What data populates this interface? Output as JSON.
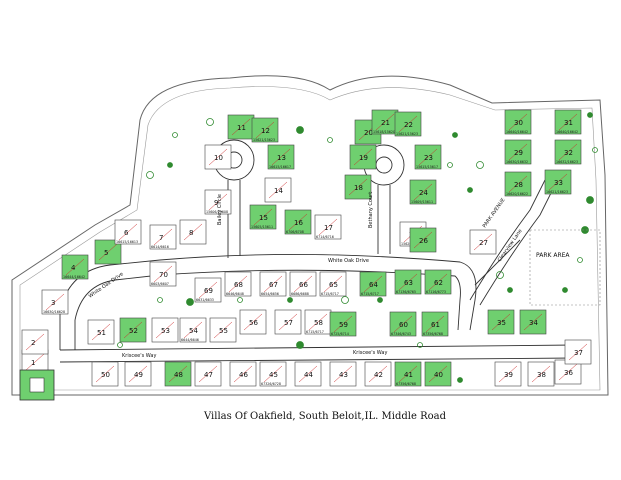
{
  "caption": "Villas Of Oakfield, South Beloit,IL.  Middle Road",
  "park_label": "PARK AREA",
  "streets": {
    "bailey_circle": "Bailey Circle",
    "bethany_court": "Bethany Court",
    "white_oak_drive_west": "White Oak Drive",
    "white_oak_drive": "White Oak Drive",
    "kriscee_way_west": "Kriscee's Way",
    "kriscee_way_east": "Kriscee's Way",
    "park_avenue": "PARK AVENUE",
    "clearview_lane": "Clearview Lane"
  },
  "lots": [
    {
      "id": "1",
      "addr": ""
    },
    {
      "id": "2",
      "addr": ""
    },
    {
      "id": "3",
      "addr": "16630/16628"
    },
    {
      "id": "4",
      "addr": "16644/16642"
    },
    {
      "id": "5",
      "addr": ""
    },
    {
      "id": "6",
      "addr": "16615/16613"
    },
    {
      "id": "7",
      "addr": "6614/6616"
    },
    {
      "id": "8",
      "addr": ""
    },
    {
      "id": "9",
      "addr": "15606/15608"
    },
    {
      "id": "10",
      "addr": ""
    },
    {
      "id": "11",
      "addr": ""
    },
    {
      "id": "12",
      "addr": "15621/15623"
    },
    {
      "id": "13",
      "addr": "16615/16617"
    },
    {
      "id": "14",
      "addr": ""
    },
    {
      "id": "15",
      "addr": "15605/15611"
    },
    {
      "id": "16",
      "addr": "6706/6708"
    },
    {
      "id": "17",
      "addr": "6714/6716"
    },
    {
      "id": "18",
      "addr": ""
    },
    {
      "id": "19",
      "addr": ""
    },
    {
      "id": "20",
      "addr": ""
    },
    {
      "id": "21",
      "addr": "15618/15620"
    },
    {
      "id": "22",
      "addr": "15621/15623"
    },
    {
      "id": "23",
      "addr": "15615/15617"
    },
    {
      "id": "24",
      "addr": "15609/15611"
    },
    {
      "id": "25",
      "addr": "15620/15622"
    },
    {
      "id": "26",
      "addr": ""
    },
    {
      "id": "27",
      "addr": ""
    },
    {
      "id": "28",
      "addr": "16620/16622"
    },
    {
      "id": "29",
      "addr": "16630/16632"
    },
    {
      "id": "30",
      "addr": "16640/16642"
    },
    {
      "id": "31",
      "addr": "16640/16642"
    },
    {
      "id": "32",
      "addr": "16632/16623"
    },
    {
      "id": "33",
      "addr": "16621/16623"
    },
    {
      "id": "34",
      "addr": ""
    },
    {
      "id": "35",
      "addr": ""
    },
    {
      "id": "36",
      "addr": ""
    },
    {
      "id": "37",
      "addr": ""
    },
    {
      "id": "38",
      "addr": ""
    },
    {
      "id": "39",
      "addr": ""
    },
    {
      "id": "40",
      "addr": ""
    },
    {
      "id": "41",
      "addr": "67356/6768"
    },
    {
      "id": "42",
      "addr": ""
    },
    {
      "id": "43",
      "addr": ""
    },
    {
      "id": "44",
      "addr": ""
    },
    {
      "id": "45",
      "addr": "67326/6728"
    },
    {
      "id": "46",
      "addr": ""
    },
    {
      "id": "47",
      "addr": ""
    },
    {
      "id": "48",
      "addr": ""
    },
    {
      "id": "49",
      "addr": ""
    },
    {
      "id": "50",
      "addr": ""
    },
    {
      "id": "51",
      "addr": ""
    },
    {
      "id": "52",
      "addr": ""
    },
    {
      "id": "53",
      "addr": ""
    },
    {
      "id": "54",
      "addr": "6644/6646"
    },
    {
      "id": "55",
      "addr": ""
    },
    {
      "id": "56",
      "addr": ""
    },
    {
      "id": "57",
      "addr": ""
    },
    {
      "id": "58",
      "addr": "6715/6717"
    },
    {
      "id": "59",
      "addr": "6725/6714"
    },
    {
      "id": "60",
      "addr": "67346/6743"
    },
    {
      "id": "61",
      "addr": "67356/6768"
    },
    {
      "id": "62",
      "addr": "67116/6773"
    },
    {
      "id": "63",
      "addr": "67136/6765"
    },
    {
      "id": "64",
      "addr": "6715/6717"
    },
    {
      "id": "65",
      "addr": "6715/6717"
    },
    {
      "id": "66",
      "addr": "6686/6688"
    },
    {
      "id": "67",
      "addr": "6654/6656"
    },
    {
      "id": "68",
      "addr": "6646/6648"
    },
    {
      "id": "69",
      "addr": "6631/6633"
    },
    {
      "id": "70",
      "addr": "6603/6607"
    }
  ],
  "legend_colors": {
    "lot_sold": "#6fcf6f",
    "road": "#ffffff",
    "boundary": "#555555",
    "tree": "#2f8a2f",
    "lot_line": "#cc2a2a"
  }
}
